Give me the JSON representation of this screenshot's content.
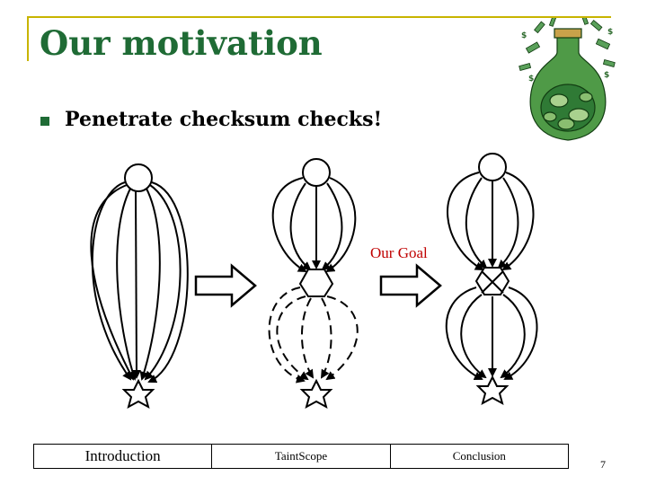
{
  "slide": {
    "title": "Our motivation",
    "bullets": [
      {
        "text": "Penetrate checksum checks!"
      }
    ],
    "goal_label": "Our Goal",
    "page_number": "7"
  },
  "navbar": {
    "items": [
      {
        "label": "Introduction"
      },
      {
        "label": "TaintScope"
      },
      {
        "label": "Conclusion"
      }
    ]
  },
  "colors": {
    "title": "#1f6b35",
    "accent_frame": "#c8b400",
    "goal_label": "#c00000"
  },
  "icons": {
    "illustration": "money-bottle-icon",
    "bullet": "square-bullet-icon"
  }
}
